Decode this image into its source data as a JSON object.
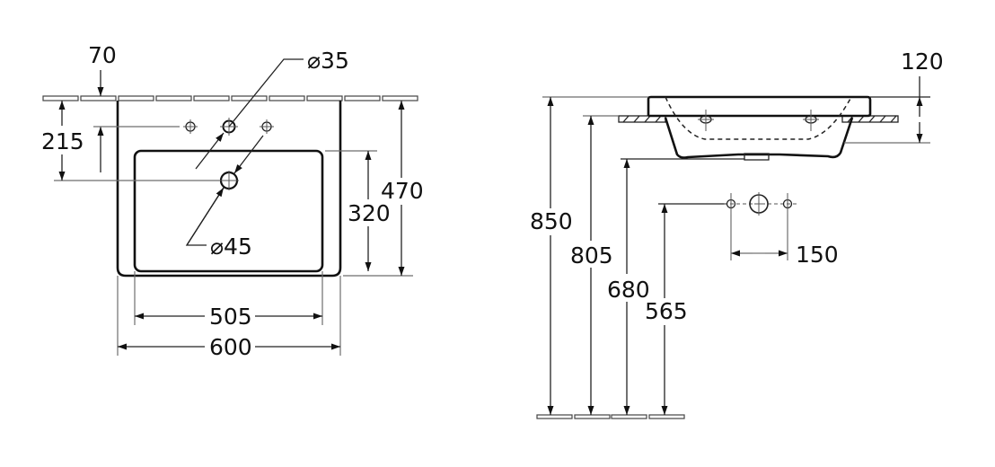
{
  "drawing": {
    "subject": "washbasin technical drawing",
    "units": "mm",
    "colors": {
      "line": "#111111",
      "dimension_line": "#6e6e6e",
      "background": "#ffffff"
    }
  },
  "top_view": {
    "dimensions": {
      "tap_hole_offset": "70",
      "tap_hole_diameter": "⌀35",
      "depth_to_drain": "215",
      "waste_diameter": "⌀45",
      "bowl_depth": "320",
      "total_depth": "470",
      "bowl_width": "505",
      "total_width": "600"
    }
  },
  "side_view": {
    "dimensions": {
      "rim_height": "120",
      "top_height": "850",
      "counter_height": "805",
      "waste_height": "680",
      "supply_height": "565",
      "supply_spacing": "150"
    }
  }
}
